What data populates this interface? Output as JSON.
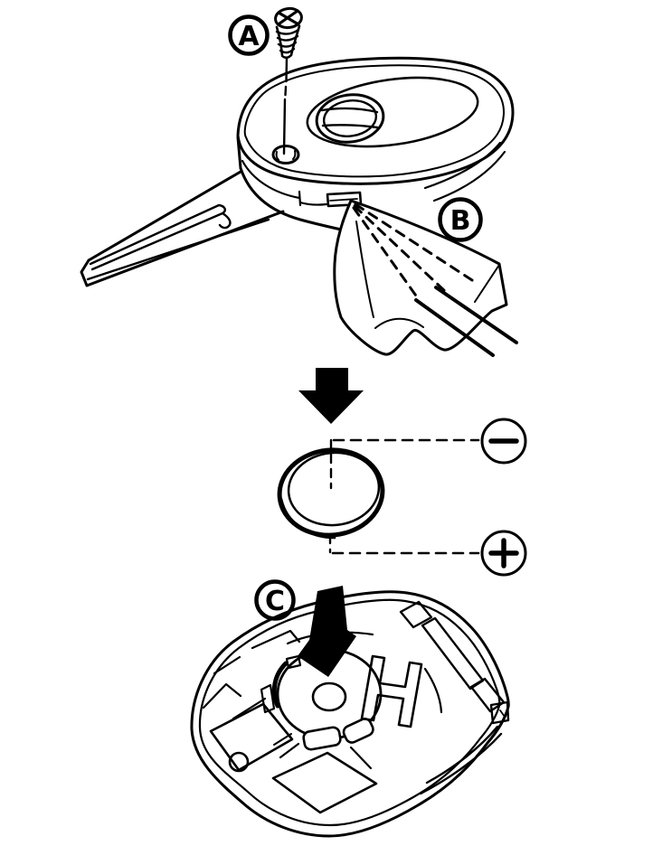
{
  "figure": {
    "title": "Key fob battery replacement diagram",
    "background_color": "#ffffff",
    "stroke_color": "#000000",
    "callouts": {
      "screw_label": "A",
      "cloth_label": "B",
      "compartment_label": "C"
    },
    "battery": {
      "negative_symbol": "−",
      "positive_symbol": "+"
    },
    "parts": [
      "phillips-screw",
      "key-fob-top-with-emblem",
      "key-blade",
      "protective-cloth-with-screwdriver",
      "coin-cell-battery",
      "negative-side-callout",
      "positive-side-callout",
      "key-fob-back-battery-compartment"
    ]
  }
}
